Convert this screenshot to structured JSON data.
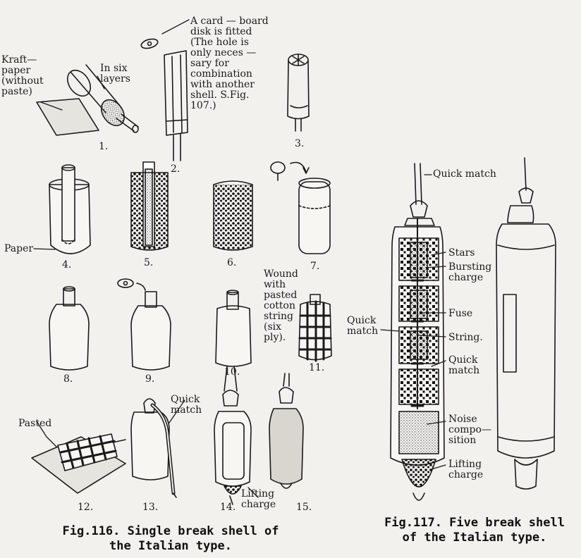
{
  "fig116": {
    "caption_line1": "Fig.116. Single break shell of",
    "caption_line2": "the Italian type.",
    "labels": {
      "kraft": "Kraft—\npaper\n(without\npaste)",
      "six_layers": "In six\nlayers",
      "card_disk": "A card — board\ndisk is fitted\n(The hole is\nonly neces —\nsary for\ncombination\nwith another\nshell. S.Fig.\n107.)",
      "paper": "Paper",
      "wound": "Wound\nwith\npasted\ncotton\nstring\n(six\nply).",
      "pasted": "Pasted",
      "quick_match": "Quick\nmatch",
      "lifting_charge": "Lifting\ncharge"
    },
    "steps": [
      "1.",
      "2.",
      "3.",
      "4.",
      "5.",
      "6.",
      "7.",
      "8.",
      "9.",
      "10.",
      "11.",
      "12.",
      "13.",
      "14.",
      "15."
    ]
  },
  "fig117": {
    "caption_line1": "Fig.117. Five break shell",
    "caption_line2": "of the Italian type.",
    "labels": {
      "quick_match_top": "Quick match",
      "stars": "Stars",
      "bursting_charge": "Bursting\ncharge",
      "fuse": "Fuse",
      "quick_match_left": "Quick\nmatch",
      "string": "String.",
      "quick_match_right": "Quick\nmatch",
      "noise": "Noise\ncompo—\nsition",
      "lifting": "Lifting\ncharge"
    }
  }
}
